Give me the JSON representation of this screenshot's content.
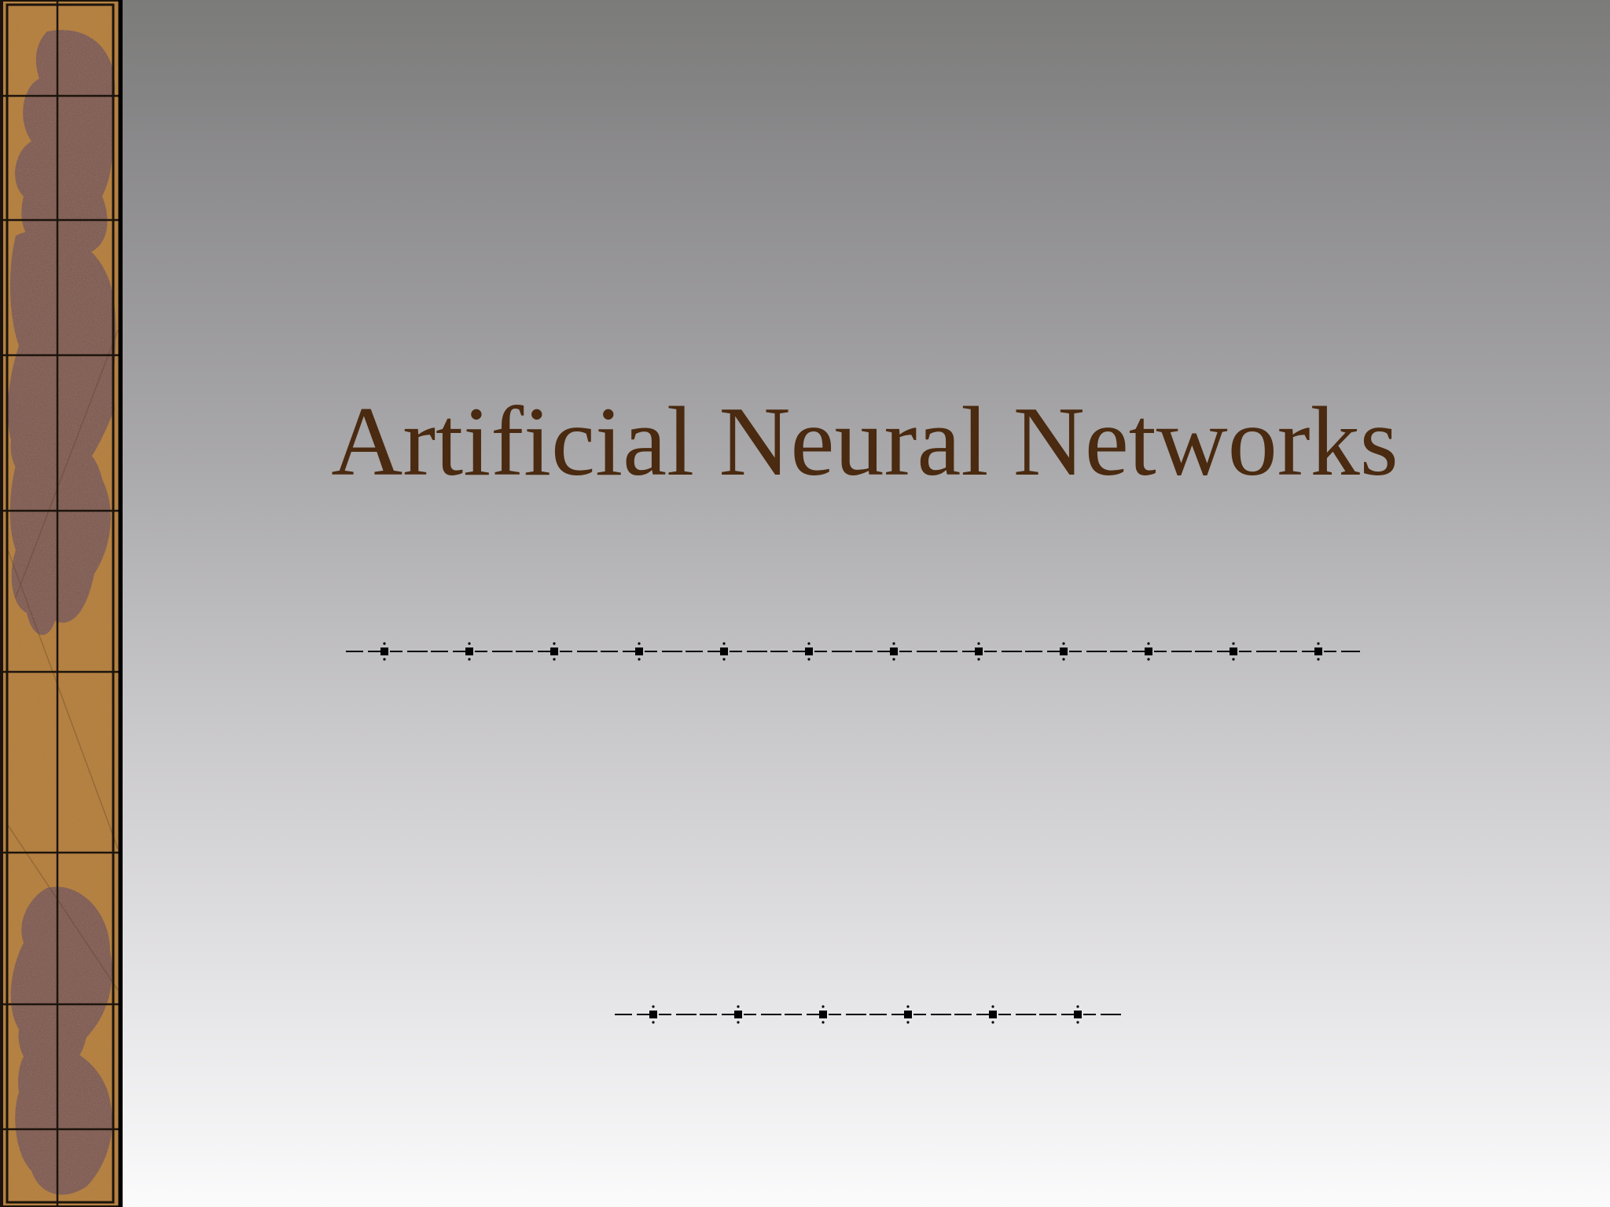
{
  "slide": {
    "title": "Artificial Neural Networks"
  },
  "decor": {
    "border_pattern": "autumn-leaf-texture",
    "divider_icon": "dash-dot-divider",
    "title_color": "#4a2a10",
    "border_base_color": "#b8823c",
    "leaf_color": "#7a5a5a",
    "grid_line_color": "#1c140c"
  }
}
